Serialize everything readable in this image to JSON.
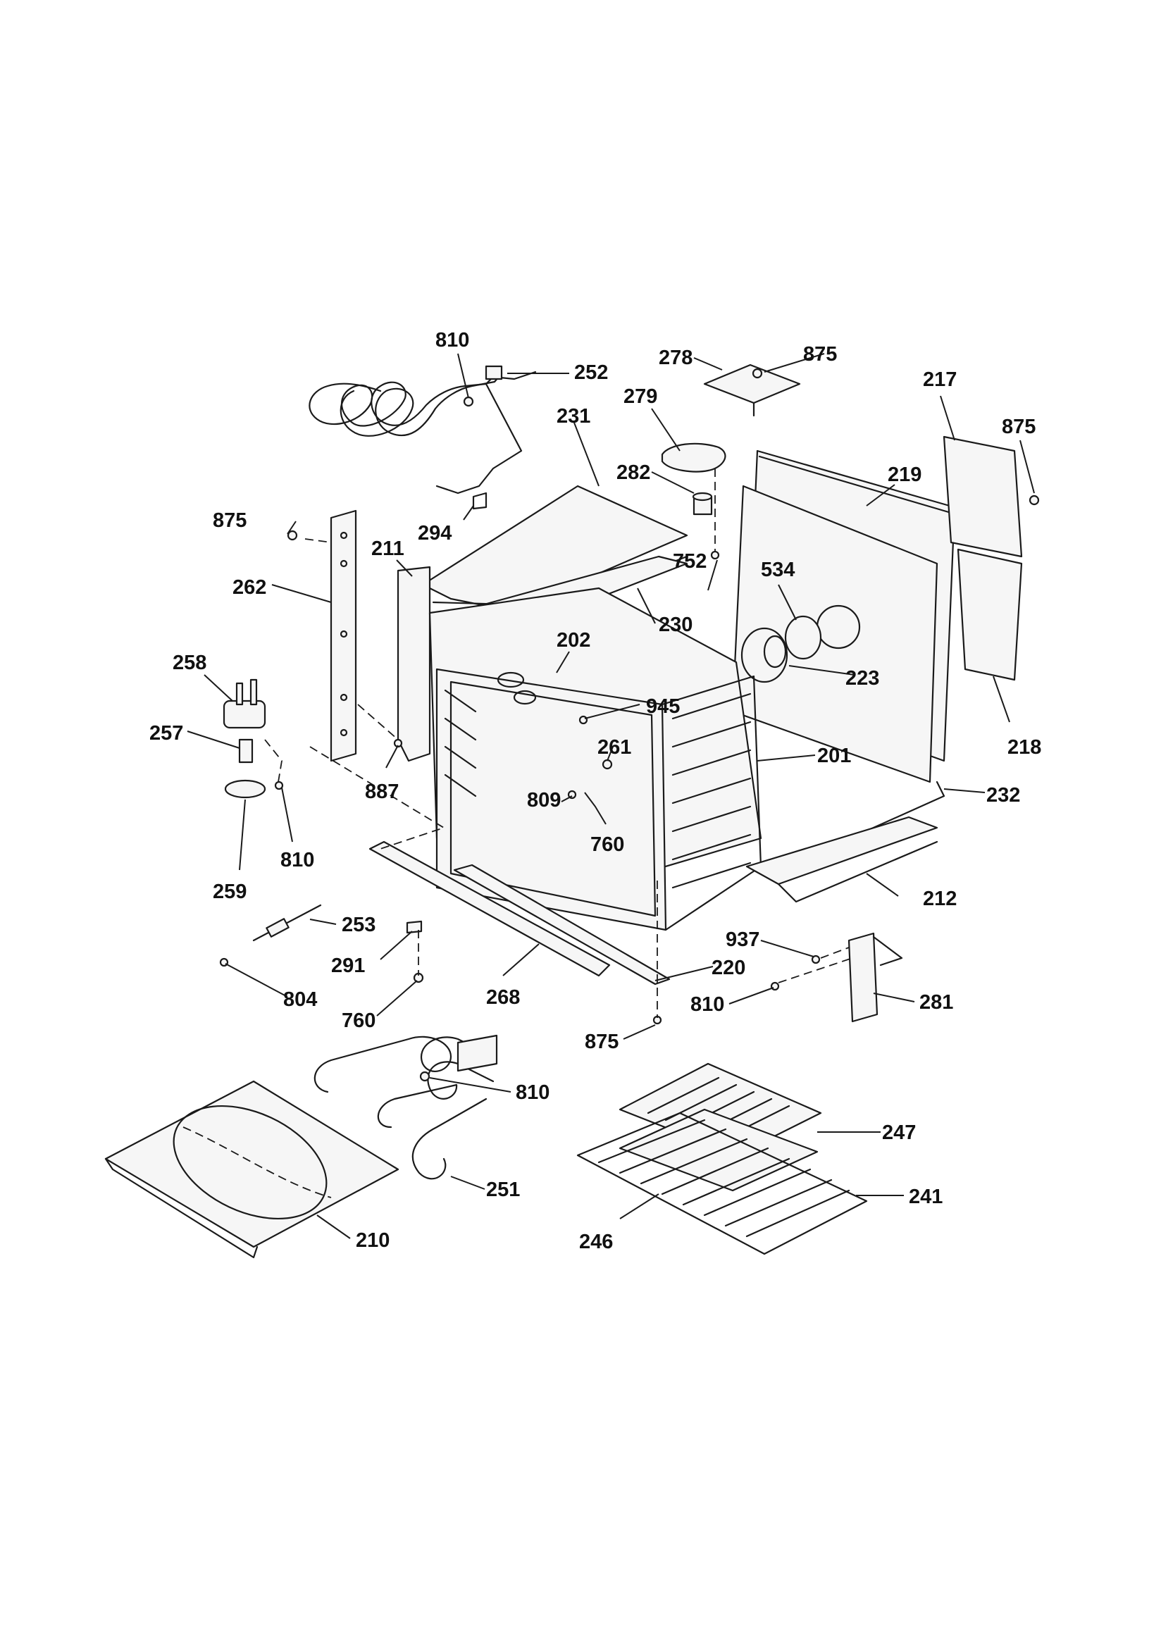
{
  "labels": {
    "l810a": "810",
    "l252": "252",
    "l278": "278",
    "l875a": "875",
    "l279": "279",
    "l231": "231",
    "l217": "217",
    "l875b": "875",
    "l282": "282",
    "l219": "219",
    "l875c": "875",
    "l294": "294",
    "l752": "752",
    "l211": "211",
    "l534": "534",
    "l262": "262",
    "l230": "230",
    "l202": "202",
    "l223": "223",
    "l258": "258",
    "l945": "945",
    "l218": "218",
    "l257": "257",
    "l261": "261",
    "l201": "201",
    "l887": "887",
    "l809": "809",
    "l232": "232",
    "l810b": "810",
    "l760a": "760",
    "l259": "259",
    "l212": "212",
    "l253": "253",
    "l937": "937",
    "l291": "291",
    "l220": "220",
    "l804": "804",
    "l268": "268",
    "l810c": "810",
    "l281": "281",
    "l760b": "760",
    "l875d": "875",
    "l810d": "810",
    "l247": "247",
    "l241": "241",
    "l251": "251",
    "l246": "246",
    "l210": "210"
  }
}
